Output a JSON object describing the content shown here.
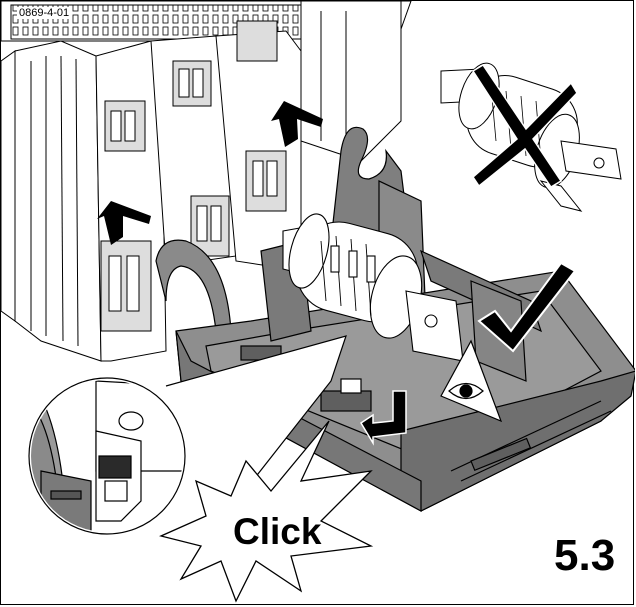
{
  "figure": {
    "id": "0869-4-01",
    "click_label": "Click",
    "step_number": "5.3"
  },
  "colors": {
    "tray_gray": "#8e8e8e",
    "tray_dark": "#6f6f6f",
    "line": "#000000",
    "paper": "#ffffff"
  },
  "icons": [
    "check-icon",
    "cross-icon",
    "eye-icon",
    "arrow-down-icon"
  ]
}
